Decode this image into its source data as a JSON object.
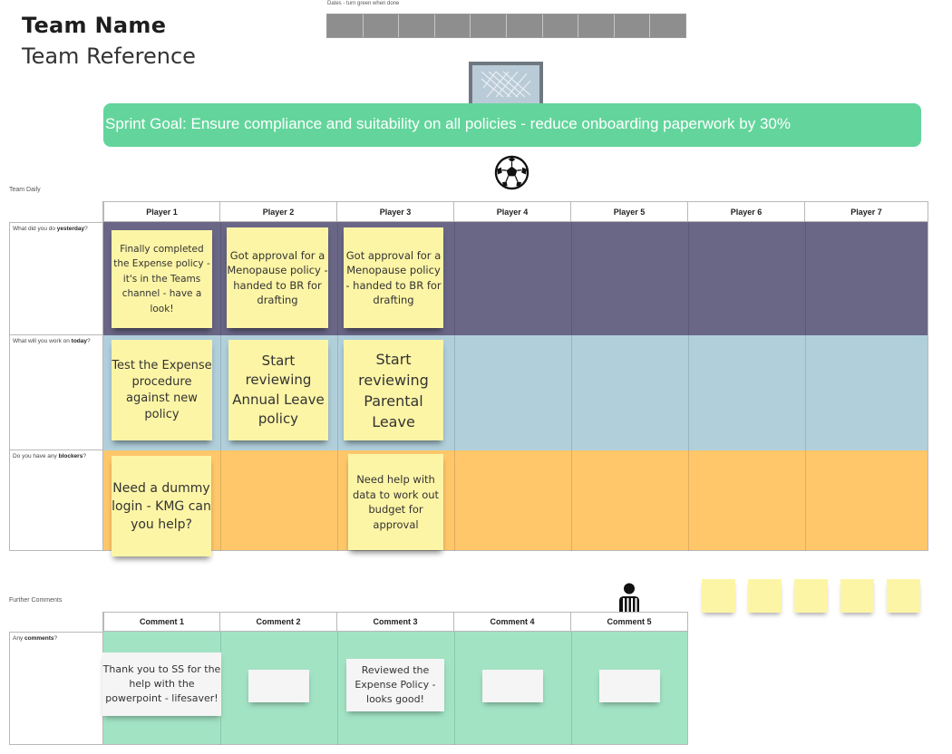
{
  "header": {
    "team_name": "Team Name",
    "team_reference": "Team Reference",
    "dates_label": "Dates - turn green when done",
    "date_cells": 10
  },
  "sprint_goal": "Sprint Goal: Ensure compliance and suitability on all policies - reduce onboarding paperwork by 30%",
  "icons": {
    "goal": "football-goal-icon",
    "ball": "football-icon",
    "referee": "referee-icon"
  },
  "colors": {
    "goal_banner": "#63d59c",
    "yesterday_row": "#6a6686",
    "today_row": "#b0cfdb",
    "blockers_row": "#ffc76a",
    "comments_row": "#a2e3c4",
    "sticky": "#fdf5a6",
    "date_cell": "#8e8e8e"
  },
  "daily": {
    "section_label": "Team Daily",
    "players": [
      "Player 1",
      "Player 2",
      "Player 3",
      "Player 4",
      "Player 5",
      "Player 6",
      "Player 7"
    ],
    "rows": [
      {
        "prefix": "What did you do ",
        "bold": "yesterday",
        "suffix": "?"
      },
      {
        "prefix": "What will you work on ",
        "bold": "today",
        "suffix": "?"
      },
      {
        "prefix": "Do you have any ",
        "bold": "blockers",
        "suffix": "?"
      }
    ],
    "notes": {
      "yesterday": [
        "Finally completed the Expense policy - it's in the Teams channel - have a look!",
        "Got approval for a Menopause policy - handed to BR for drafting",
        "Got approval for a Menopause policy - handed to BR for drafting"
      ],
      "today": [
        "Test the Expense procedure against new policy",
        "Start reviewing Annual Leave policy",
        "Start reviewing Parental Leave"
      ],
      "blockers": [
        "Need a dummy login - KMG can you help?",
        "Need help with data to work out budget for approval"
      ]
    }
  },
  "comments": {
    "section_label": "Further Comments",
    "columns": [
      "Comment 1",
      "Comment 2",
      "Comment 3",
      "Comment 4",
      "Comment 5"
    ],
    "row": {
      "prefix": "Any ",
      "bold": "comments",
      "suffix": "?"
    },
    "cards": [
      "Thank you to SS for the help with the powerpoint - lifesaver!",
      "",
      "Reviewed the Expense Policy - looks good!",
      "",
      ""
    ]
  },
  "spare_stickies": 5
}
